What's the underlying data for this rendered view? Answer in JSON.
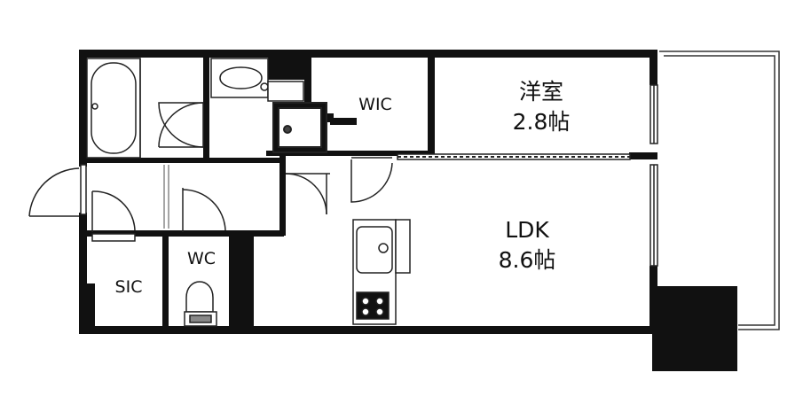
{
  "rooms": {
    "western": {
      "name": "洋室",
      "size": "2.8帖"
    },
    "ldk": {
      "name": "LDK",
      "size": "8.6帖"
    },
    "wic": {
      "name": "WIC"
    },
    "sic": {
      "name": "SIC"
    },
    "wc": {
      "name": "WC"
    }
  },
  "colors": {
    "wall": "#111111",
    "line": "#222222",
    "fill": "#ffffff"
  }
}
